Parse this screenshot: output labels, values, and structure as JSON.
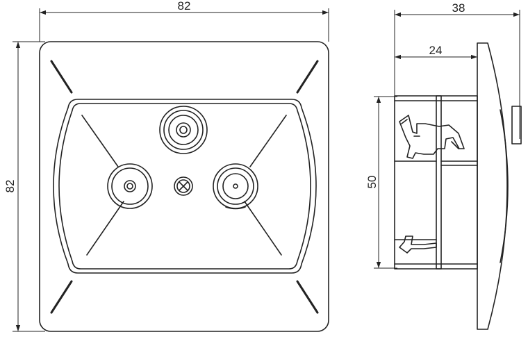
{
  "dimensions": {
    "front_width": "82",
    "front_height": "82",
    "side_depth_total": "38",
    "side_depth_mount": "24",
    "side_body_height": "50"
  },
  "views": [
    "front",
    "side"
  ]
}
